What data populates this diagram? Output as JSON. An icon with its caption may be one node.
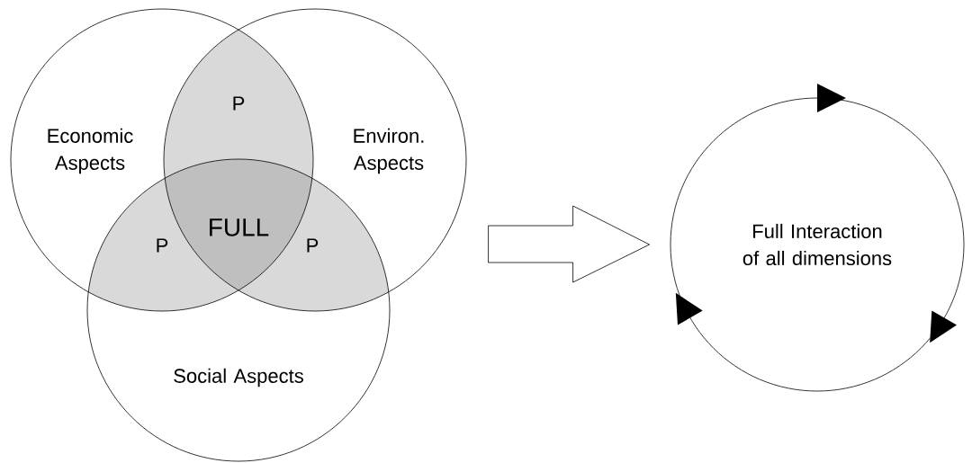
{
  "diagram": {
    "nodes": [
      {
        "text": [
          "Economic Aspects"
        ]
      },
      {
        "text": [
          "Environ. Aspects"
        ]
      },
      {
        "text": [
          "Social Aspects"
        ]
      },
      {
        "text": [
          "Full Interaction of all dimensions"
        ]
      }
    ],
    "edges": [
      {
        "from": null,
        "to": 3,
        "arrow": "to"
      }
    ],
    "labels": [
      "P",
      "FULL",
      "P",
      "P"
    ]
  }
}
